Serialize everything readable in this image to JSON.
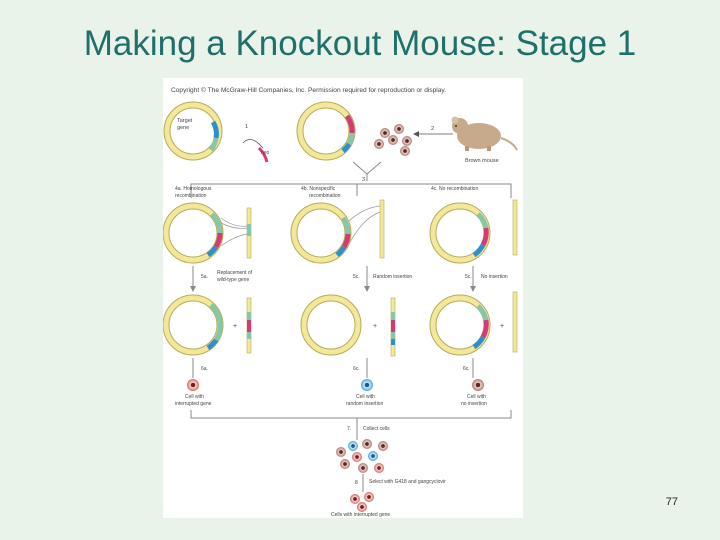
{
  "slide": {
    "title": "Making a Knockout Mouse: Stage 1",
    "page_number": "77"
  },
  "figure": {
    "copyright": "Copyright © The McGraw-Hill Companies, Inc. Permission required for reproduction or display.",
    "labels": {
      "target_gene": [
        "Target",
        "gene"
      ],
      "step1": "1",
      "neo": "neo",
      "step2": "2",
      "brown_mouse": "Brown mouse",
      "step3": "3",
      "step4a": [
        "4a. Homologous",
        "recombination"
      ],
      "step4b": [
        "4b. Nonspecific",
        "recombination"
      ],
      "step4c": "4c. No recombination",
      "step5a": "5a.",
      "step5a_text": [
        "Replacement of",
        "wild-type gene"
      ],
      "step5c": "5c.",
      "step5c_text": "Random insertion",
      "step5e": "5c.",
      "step5e_text": "No insertion",
      "plus": "+",
      "step6a": "6a.",
      "step6b": "6c.",
      "step6c": "6c.",
      "cell_a": [
        "Cell with",
        "interrupted gene"
      ],
      "cell_b": [
        "Cell with",
        "random insertion"
      ],
      "cell_c": [
        "Cell with",
        "no insertion"
      ],
      "step7": "7.",
      "collect": "Collect cells",
      "step8": "8",
      "select": "Select with G418 and gangcyclovir",
      "final": "Cells with interrupted gene"
    },
    "colors": {
      "ring_fill": "#f2e79a",
      "ring_stroke": "#b5ad5a",
      "pink": "#d63a74",
      "teal": "#88c6a8",
      "blue": "#2f8fc8",
      "cell_brown": "#a0706a",
      "cell_blue": "#3a9ad8",
      "line": "#8a8a8a"
    }
  }
}
